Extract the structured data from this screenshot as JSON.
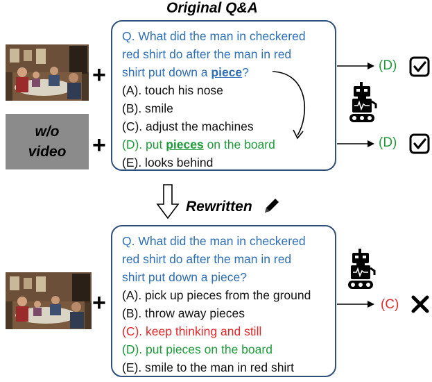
{
  "top_title": "Original Q&A",
  "original": {
    "question_pre": "Q. What did the man in checkered",
    "question_mid": "red shirt do after the man in red",
    "question_end_a": "shirt put down a ",
    "question_keyword": "piece",
    "question_end_b": "?",
    "options": {
      "a": "(A). touch his nose",
      "b": "(B). smile",
      "c": "(C). adjust the machines",
      "d_pre": "(D). put ",
      "d_keyword": "pieces",
      "d_post": " on the board",
      "e": "(E). looks behind"
    },
    "answer_video": "(D)",
    "answer_novideo": "(D)",
    "novideo_label_1": "w/o",
    "novideo_label_2": "video"
  },
  "rewritten_label": "Rewritten",
  "rewritten": {
    "question_1": "Q. What did the man in checkered",
    "question_2": "red shirt do after the man in red",
    "question_3": "shirt put down a piece?",
    "options": {
      "a": "(A). pick up pieces from the ground",
      "b": "(B). throw away pieces",
      "c": "(C). keep thinking and still",
      "d": "(D). put pieces on the board",
      "e": "(E). smile to the man in red shirt"
    },
    "answer": "(C)"
  },
  "colors": {
    "question_blue": "#2f6fb3",
    "correct_green": "#1f9a3a",
    "wrong_red": "#e0282a",
    "box_border": "#2e4f7a"
  },
  "icons": [
    "plus-icon",
    "checkbox-checked-icon",
    "robot-icon",
    "pencil-icon",
    "cross-icon",
    "down-arrow-icon",
    "curved-arrow-icon"
  ]
}
